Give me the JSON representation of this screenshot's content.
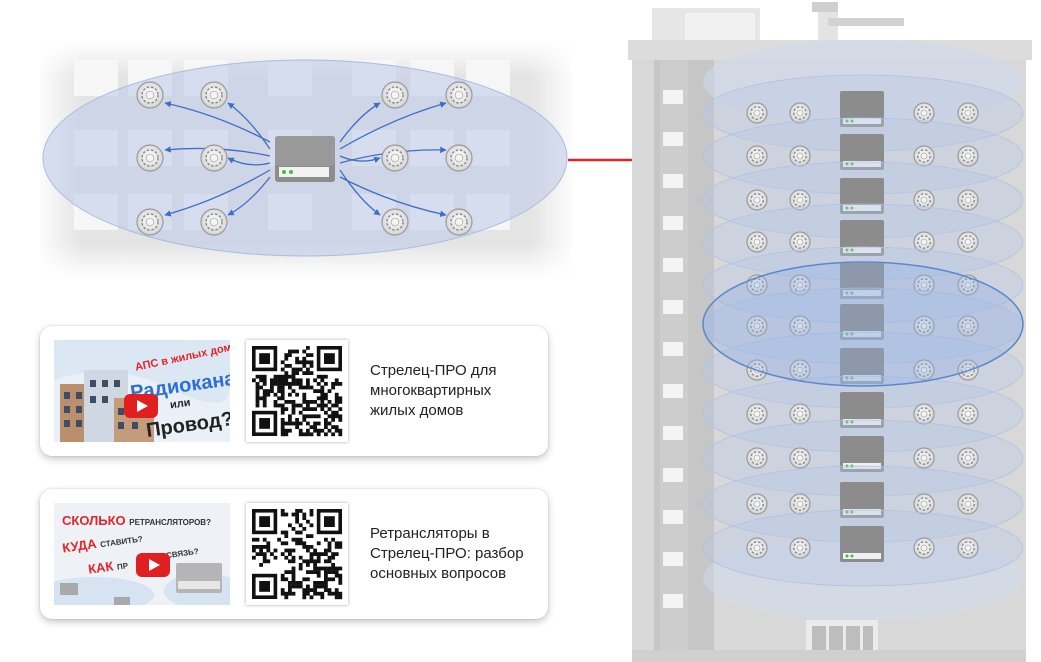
{
  "cards": [
    {
      "thumbnail": {
        "headline": "АПС в жилых домах:",
        "line1": "Радиоканал",
        "line2": "или",
        "line3": "Провод?"
      },
      "caption": [
        "Стрелец-ПРО для",
        "многоквартирных",
        "жилых домов"
      ]
    },
    {
      "thumbnail": {
        "headline": "СКОЛЬКО",
        "headline_small": "РЕТРАНСЛЯТОРОВ?",
        "line1": "КУДА",
        "line1_small": "СТАВИТЬ?",
        "line2": "КАК",
        "line2_small": "ПР",
        "line3_small": "СВЯЗЬ?"
      },
      "caption": [
        "Ретрансляторы в",
        "Стрелец-ПРО: разбор",
        "основных вопросов"
      ]
    }
  ],
  "colors": {
    "coverage_fill": "#b9c9e8",
    "coverage_highlight": "#5d86cc",
    "arrow_blue": "#3f6fc4",
    "arrow_red": "#e3242b",
    "building": "#d8d8d8",
    "building_dark": "#c4c4c4",
    "device": "#8c8c8c",
    "led": "#3fc03a",
    "youtube": "#e02020"
  },
  "icons": [
    "smoke-detector-icon",
    "repeater-device-icon",
    "play-button-icon",
    "qr-code-icon"
  ]
}
